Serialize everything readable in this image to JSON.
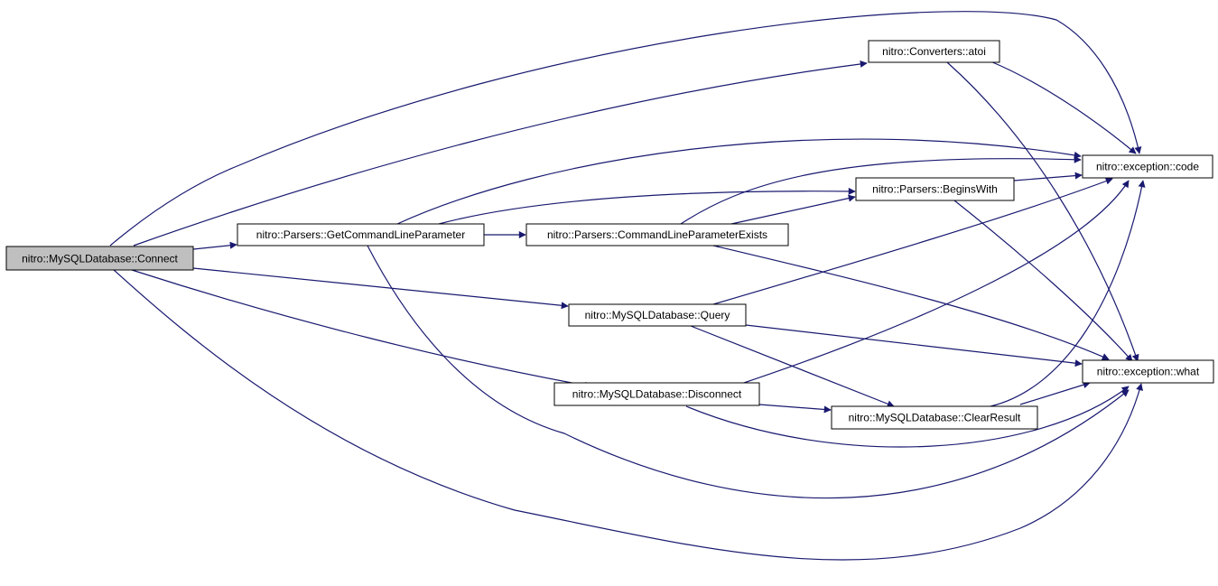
{
  "diagram": {
    "colors": {
      "edge": "#191970",
      "root_fill": "#bfbfbf",
      "node_fill": "#ffffff",
      "border": "#000000"
    },
    "nodes": [
      {
        "id": "connect",
        "label": "nitro::MySQLDatabase::Connect",
        "root": true
      },
      {
        "id": "getcmd",
        "label": "nitro::Parsers::GetCommandLineParameter"
      },
      {
        "id": "cmdexists",
        "label": "nitro::Parsers::CommandLineParameterExists"
      },
      {
        "id": "atoi",
        "label": "nitro::Converters::atoi"
      },
      {
        "id": "begins",
        "label": "nitro::Parsers::BeginsWith"
      },
      {
        "id": "code",
        "label": "nitro::exception::code"
      },
      {
        "id": "query",
        "label": "nitro::MySQLDatabase::Query"
      },
      {
        "id": "disconnect",
        "label": "nitro::MySQLDatabase::Disconnect"
      },
      {
        "id": "clearres",
        "label": "nitro::MySQLDatabase::ClearResult"
      },
      {
        "id": "what",
        "label": "nitro::exception::what"
      }
    ],
    "edges": [
      [
        "connect",
        "getcmd"
      ],
      [
        "connect",
        "atoi"
      ],
      [
        "connect",
        "code"
      ],
      [
        "connect",
        "query"
      ],
      [
        "connect",
        "disconnect"
      ],
      [
        "connect",
        "what"
      ],
      [
        "getcmd",
        "cmdexists"
      ],
      [
        "getcmd",
        "begins"
      ],
      [
        "getcmd",
        "code"
      ],
      [
        "getcmd",
        "what"
      ],
      [
        "cmdexists",
        "begins"
      ],
      [
        "cmdexists",
        "code"
      ],
      [
        "cmdexists",
        "what"
      ],
      [
        "atoi",
        "code"
      ],
      [
        "atoi",
        "what"
      ],
      [
        "begins",
        "code"
      ],
      [
        "begins",
        "what"
      ],
      [
        "query",
        "code"
      ],
      [
        "query",
        "clearres"
      ],
      [
        "query",
        "what"
      ],
      [
        "disconnect",
        "clearres"
      ],
      [
        "disconnect",
        "code"
      ],
      [
        "disconnect",
        "what"
      ],
      [
        "clearres",
        "code"
      ],
      [
        "clearres",
        "what"
      ]
    ]
  }
}
